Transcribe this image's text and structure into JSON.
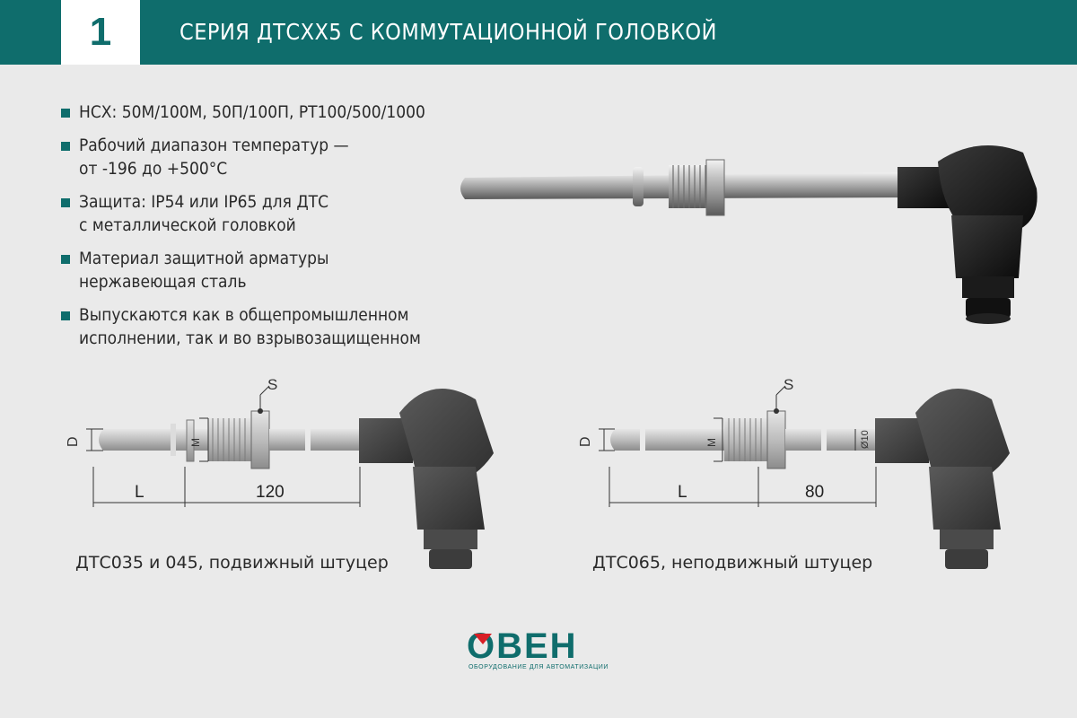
{
  "header": {
    "number": "1",
    "title": "СЕРИЯ ДТСХХ5 С КОММУТАЦИОННОЙ ГОЛОВКОЙ"
  },
  "bullets": [
    {
      "line1": "НСХ: 50М/100М, 50П/100П, PT100/500/1000",
      "line2": ""
    },
    {
      "line1": "Рабочий диапазон температур —",
      "line2": "от -196 до +500°С"
    },
    {
      "line1": "Защита: IP54 или IP65 для ДТС",
      "line2": "с металлической головкой"
    },
    {
      "line1": "Материал защитной арматуры",
      "line2": "нержавеющая сталь"
    },
    {
      "line1": "Выпускаются как в общепромышленном",
      "line2": "исполнении, так и во взрывозащищенном"
    }
  ],
  "diagram_left": {
    "label_d": "D",
    "label_m": "M",
    "label_s": "S",
    "label_l": "L",
    "label_len": "120",
    "caption": "ДТС035 и 045, подвижный штуцер"
  },
  "diagram_right": {
    "label_d": "D",
    "label_m": "M",
    "label_s": "S",
    "label_dia": "Ø10",
    "label_l": "L",
    "label_len": "80",
    "caption": "ДТС065, неподвижный штуцер"
  },
  "logo": {
    "text": "ОВЕН",
    "tagline": "ОБОРУДОВАНИЕ ДЛЯ АВТОМАТИЗАЦИИ"
  },
  "colors": {
    "brand": "#0f6d6c",
    "background": "#eaeaea"
  }
}
